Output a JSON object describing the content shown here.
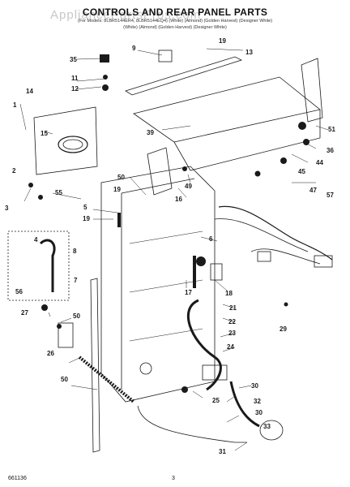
{
  "header": {
    "title": "CONTROLS AND REAR PANEL PARTS",
    "models_line": "(For Models: 8LBR5144ER4, 8LBR5144EQ4) (White) (Almond) (Golden Harvest) (Designer White)",
    "colors_line": "(White)  (Almond) (Golden Harvest) (Designer White)"
  },
  "watermark": "AppliancePartsPros.com",
  "footer": {
    "doc_number": "661136",
    "page_number": "3"
  },
  "callouts": [
    "1",
    "2",
    "3",
    "4",
    "5",
    "6",
    "7",
    "8",
    "9",
    "11",
    "12",
    "13",
    "14",
    "15",
    "16",
    "17",
    "18",
    "19",
    "19",
    "19",
    "21",
    "22",
    "23",
    "24",
    "25",
    "26",
    "27",
    "29",
    "30",
    "30",
    "31",
    "32",
    "33",
    "35",
    "36",
    "39",
    "44",
    "45",
    "47",
    "49",
    "50",
    "50",
    "50",
    "51",
    "55",
    "56",
    "57"
  ],
  "colors": {
    "line": "#1a1a1a",
    "background": "#ffffff"
  }
}
